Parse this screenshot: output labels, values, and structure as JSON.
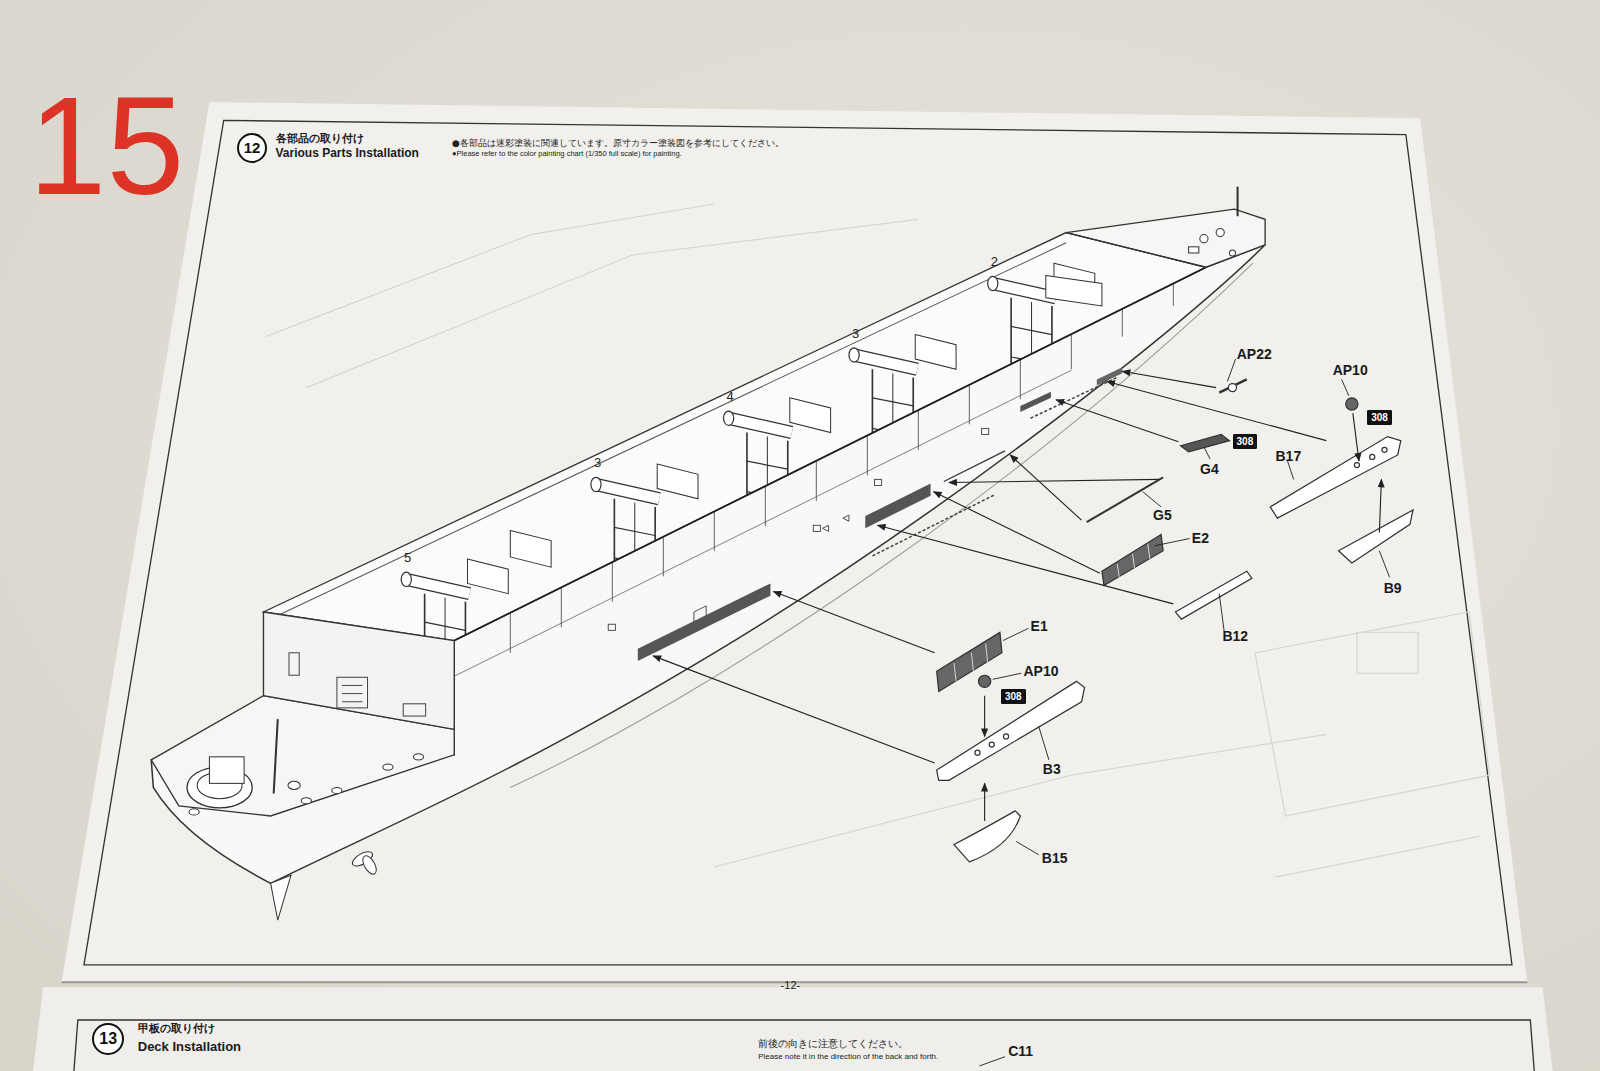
{
  "diagram": {
    "nodes": [
      {
        "text": [
          "12"
        ]
      },
      {
        "text": [
          "308"
        ]
      },
      {
        "text": [
          "308"
        ]
      },
      {
        "text": [
          "308"
        ]
      },
      {
        "text": [
          "13"
        ]
      }
    ],
    "labels": [
      "15",
      "各部品の取り付け",
      "Various Parts Installation",
      "●各部品は迷彩塗装に関連しています。原寸カラー塗装図を参考にしてください。",
      "●Please refer to the color painting chart (1/350 full scale) for painting.",
      "2",
      "3",
      "AP22",
      "AP10",
      "4",
      "G4",
      "B17",
      "3",
      "G5",
      "E2",
      "5",
      "B9",
      "E1",
      "B12",
      "AP10",
      "B3",
      "B15",
      "-12-",
      "甲板の取り付け",
      "Deck Installation",
      "前後の向きに注意してください。",
      "Please note it in the direction of the back and forth.",
      "C11"
    ]
  }
}
